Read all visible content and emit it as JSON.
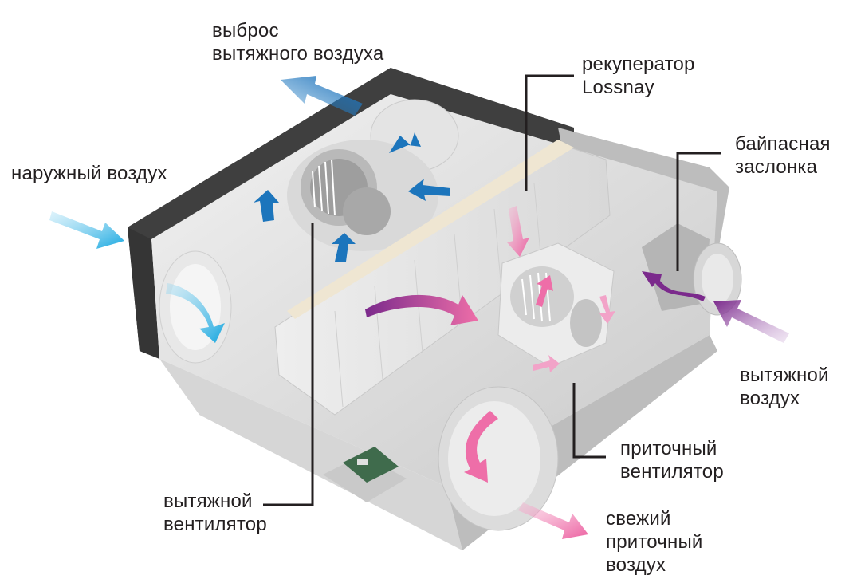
{
  "labels": {
    "exhaust_out": "выброс\nвытяжного воздуха",
    "recuperator": "рекуператор\nLossnay",
    "outdoor_air": "наружный воздух",
    "bypass": "байпасная\nзаслонка",
    "extract_air": "вытяжной\nвоздух",
    "supply_fan": "приточный\nвентилятор",
    "exhaust_fan": "вытяжной\nвентилятор",
    "fresh_supply": "свежий\nприточный\nвоздух"
  },
  "colors": {
    "blue_flow": "#1c75bc",
    "cyan_flow": "#27aae1",
    "pink_flow": "#ee6ea8",
    "purple_flow": "#7b2a8c",
    "casing_dark": "#4a4a4a",
    "leader_line": "#231f20"
  }
}
